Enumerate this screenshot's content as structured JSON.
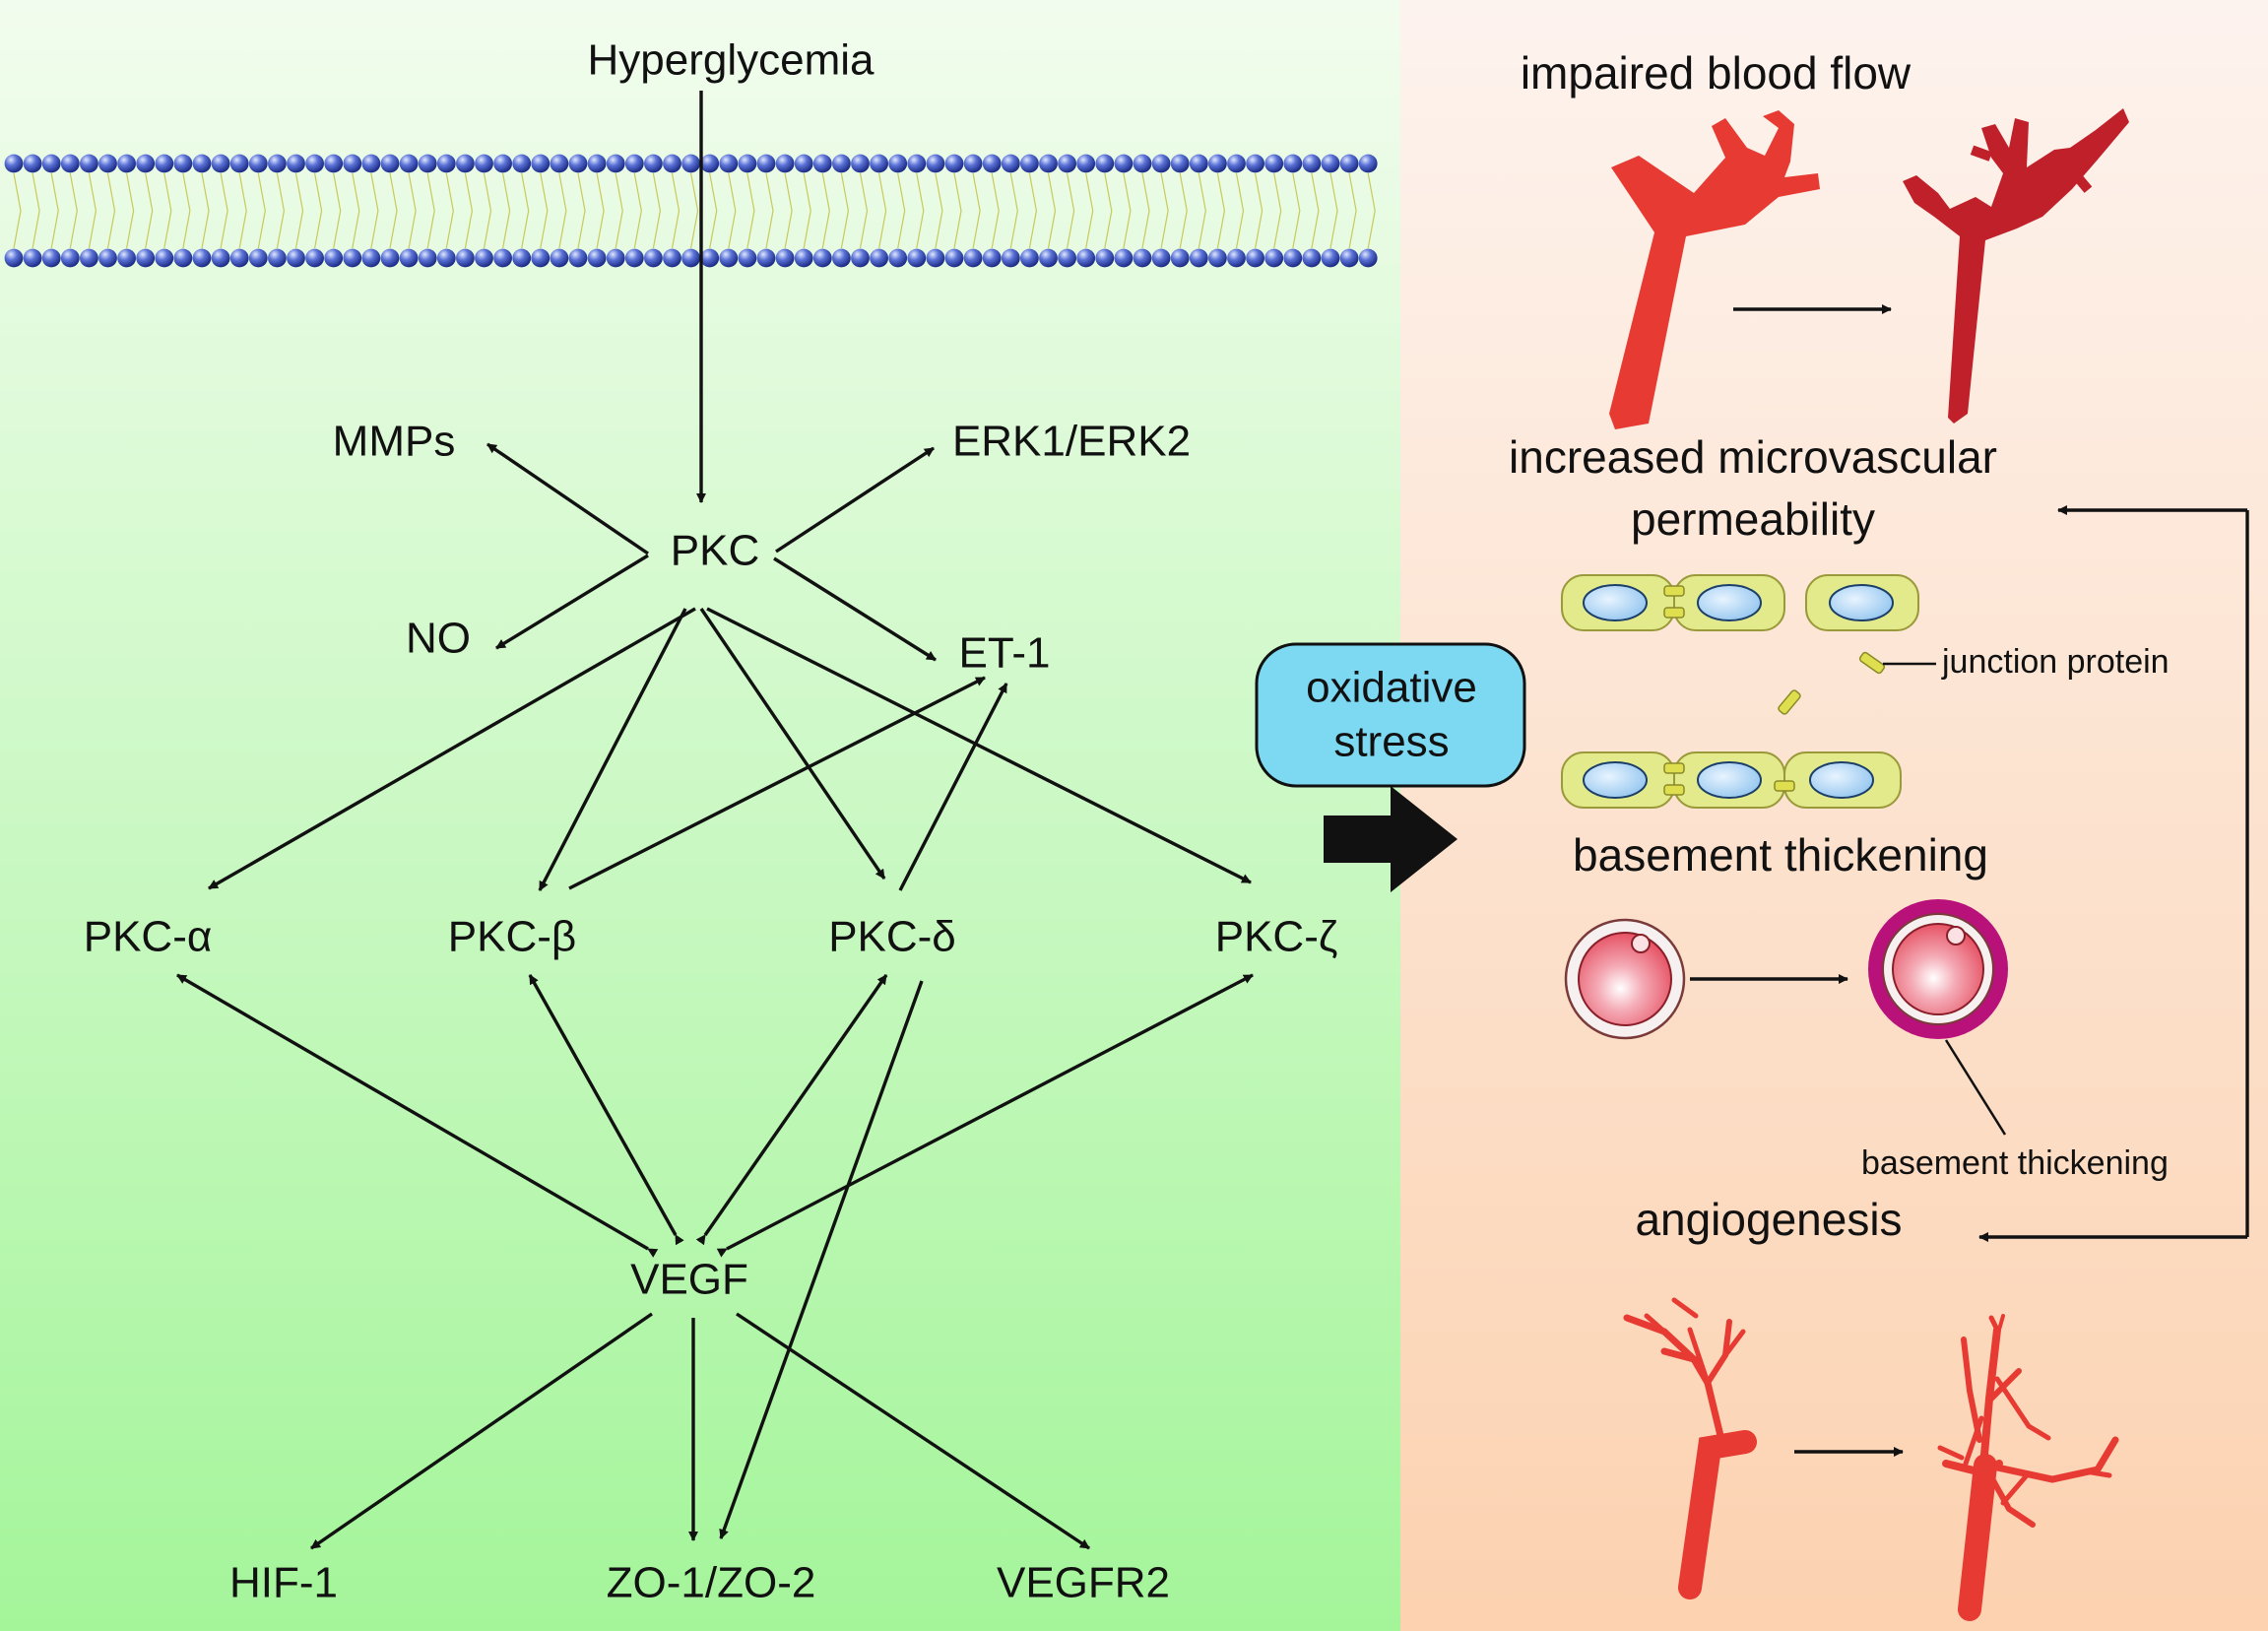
{
  "colors": {
    "left_panel_top": "#f2fcee",
    "left_panel_bottom": "#a4f59a",
    "right_panel_top": "#fdf3ee",
    "right_panel_bottom": "#fcd2b0",
    "membrane_bead": "#3347a8",
    "vessel": "#e63a32",
    "vessel_dark": "#c0202a",
    "oxidative_box": "#7dd8f2",
    "cell_body": "#e3ea8c",
    "nucleus": "#a9d3f3",
    "basement_ring": "#b8127a"
  },
  "pathway": {
    "trigger": "Hyperglycemia",
    "hub": "PKC",
    "mmps": "MMPs",
    "erk": "ERK1/ERK2",
    "no": "NO",
    "et1": "ET-1",
    "pkc_alpha": "PKC-α",
    "pkc_beta": "PKC-β",
    "pkc_delta": "PKC-δ",
    "pkc_zeta": "PKC-ζ",
    "vegf": "VEGF",
    "hif1": "HIF-1",
    "zo": "ZO-1/ZO-2",
    "vegfr2": "VEGFR2"
  },
  "oxidative": {
    "line1": "oxidative",
    "line2": "stress"
  },
  "outcomes": {
    "blood_flow": "impaired blood flow",
    "permeability_line1": "increased microvascular",
    "permeability_line2": "permeability",
    "junction_label": "junction protein",
    "basement_title": "basement thickening",
    "basement_label": "basement thickening",
    "angiogenesis": "angiogenesis"
  }
}
